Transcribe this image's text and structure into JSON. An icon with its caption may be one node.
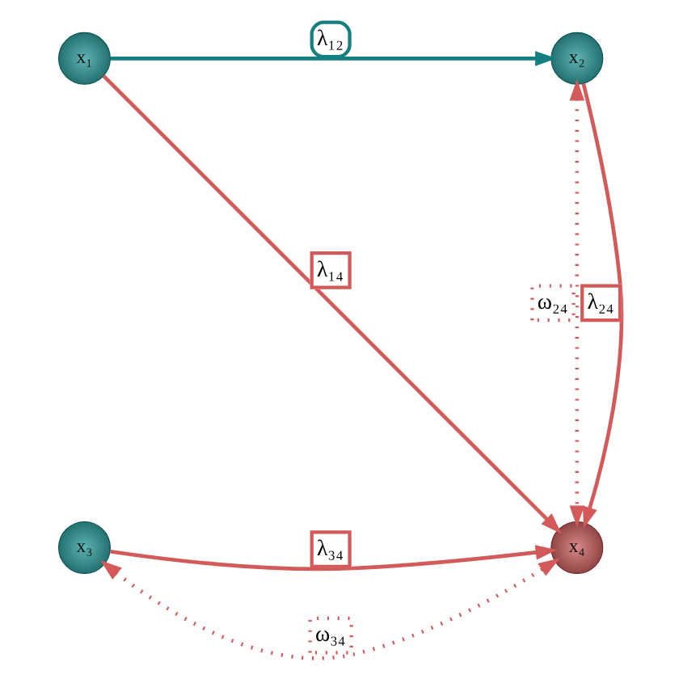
{
  "diagram": {
    "nodes": [
      {
        "text": [
          "x₁"
        ]
      },
      {
        "text": [
          "x₂"
        ]
      },
      {
        "text": [
          "x₃"
        ]
      },
      {
        "text": [
          "x₄"
        ]
      }
    ],
    "edges": [
      {
        "from": 0,
        "to": 1,
        "arrow": "to",
        "label": "λ₁₂",
        "color": "#137f80"
      },
      {
        "from": 0,
        "to": 3,
        "arrow": "to",
        "label": "λ₁₄"
      },
      {
        "from": 1,
        "to": 3,
        "arrow": "to",
        "label": "λ₂₄"
      },
      {
        "from": 2,
        "to": 3,
        "arrow": "to",
        "label": "λ₃₄"
      },
      {
        "from": 1,
        "to": 3,
        "arrow": "both",
        "label": "ω₂₄",
        "style": "dashed"
      },
      {
        "from": 2,
        "to": 3,
        "arrow": "both",
        "label": "ω₃₄",
        "style": "dashed"
      }
    ]
  }
}
